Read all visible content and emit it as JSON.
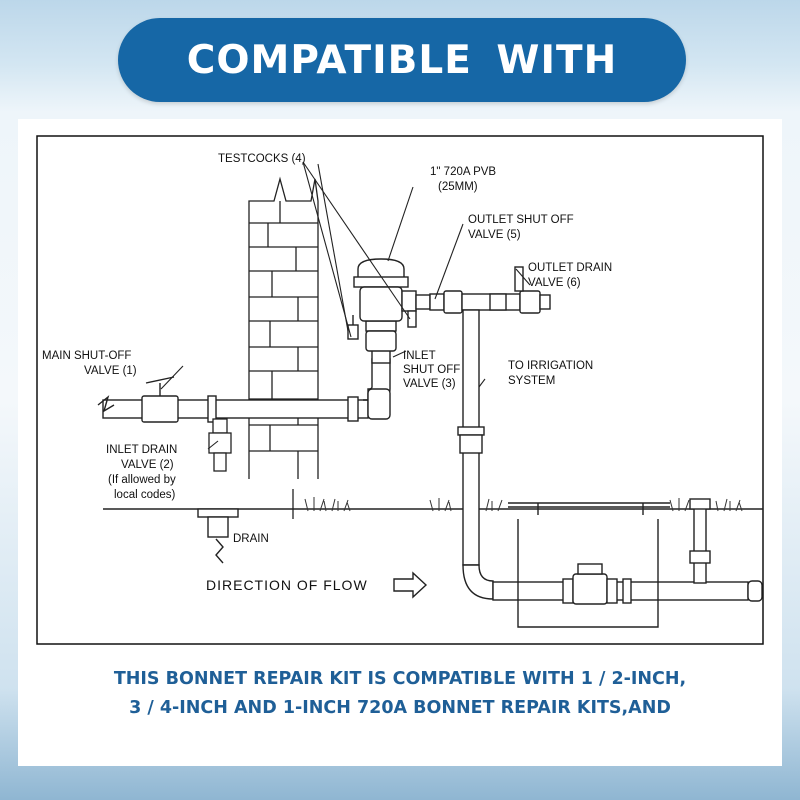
{
  "banner": {
    "title": "COMPATIBLE  WITH"
  },
  "diagram": {
    "labels": {
      "testcocks": "TESTCOCKS (4)",
      "pvb_1": "1\" 720A PVB",
      "pvb_2": "(25MM)",
      "outlet_shutoff_1": "OUTLET SHUT OFF",
      "outlet_shutoff_2": "VALVE (5)",
      "outlet_drain_1": "OUTLET DRAIN",
      "outlet_drain_2": "VALVE (6)",
      "main_shutoff_1": "MAIN SHUT-OFF",
      "main_shutoff_2": "VALVE (1)",
      "inlet_shutoff_1": "INLET",
      "inlet_shutoff_2": "SHUT OFF",
      "inlet_shutoff_3": "VALVE (3)",
      "irrigation_1": "TO IRRIGATION",
      "irrigation_2": "SYSTEM",
      "inlet_drain_1": "INLET DRAIN",
      "inlet_drain_2": "VALVE (2)",
      "inlet_drain_3": "(If allowed by",
      "inlet_drain_4": "local codes)",
      "drain": "DRAIN",
      "flow": "DIRECTION OF FLOW"
    }
  },
  "caption": {
    "line1": "THIS BONNET REPAIR KIT IS COMPATIBLE WITH  1 / 2-INCH,",
    "line2": "3 / 4-INCH AND 1-INCH 720A BONNET REPAIR KITS,AND"
  }
}
